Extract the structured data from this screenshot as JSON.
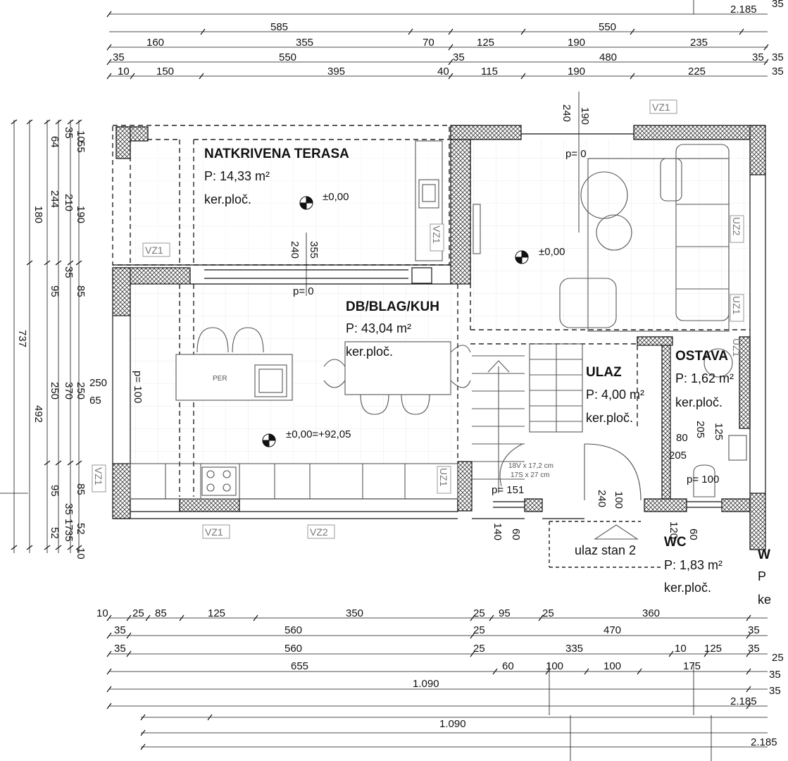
{
  "colors": {
    "line": "#111111",
    "wall_hatch": "#444444",
    "tag": "#888888",
    "dashed": "#222222",
    "furniture": "#555555",
    "grid": "#dddddd"
  },
  "rooms": [
    {
      "name": "NATKRIVENA TERASA",
      "area": "P: 14,33 m²",
      "floor": "ker.ploč."
    },
    {
      "name": "DB/BLAG/KUH",
      "area": "P: 43,04 m²",
      "floor": "ker.ploč."
    },
    {
      "name": "ULAZ",
      "area": "P: 4,00 m²",
      "floor": "ker.ploč."
    },
    {
      "name": "OSTAVA",
      "area": "P: 1,62 m²",
      "floor": "ker.ploč."
    },
    {
      "name": "WC",
      "area": "P: 1,83 m²",
      "floor": "ker.ploč."
    },
    {
      "name": "W",
      "area": "P",
      "floor": "ke"
    }
  ],
  "levels": [
    "±0,00",
    "±0,00",
    "±0,00=+92,05"
  ],
  "parapets": [
    "p= 0",
    "p= 0",
    "p= 100",
    "p= 151",
    "p= 100"
  ],
  "tags": [
    "VZ1",
    "VZ1",
    "VZ1",
    "VZ1",
    "VZ1",
    "VZ2",
    "UZ1",
    "UZ1",
    "UZ1",
    "UZ2"
  ],
  "labels": {
    "per": "PER",
    "entrance": "ulaz stan 2",
    "stair_1": "18V x 17,2 cm",
    "stair_2": "17S x 27 cm"
  },
  "dims_top": [
    {
      "v": "2.185"
    },
    {
      "v": "585"
    },
    {
      "v": "550"
    },
    {
      "v": "160"
    },
    {
      "v": "355"
    },
    {
      "v": "70"
    },
    {
      "v": "125"
    },
    {
      "v": "190"
    },
    {
      "v": "235"
    },
    {
      "v": "35"
    },
    {
      "v": "550"
    },
    {
      "v": "35"
    },
    {
      "v": "480"
    },
    {
      "v": "35"
    },
    {
      "v": "10"
    },
    {
      "v": "150"
    },
    {
      "v": "395"
    },
    {
      "v": "40"
    },
    {
      "v": "115"
    },
    {
      "v": "190"
    },
    {
      "v": "225"
    },
    {
      "v": "35"
    },
    {
      "v": "35"
    },
    {
      "v": "35"
    }
  ],
  "dims_bottom": [
    {
      "v": "10"
    },
    {
      "v": "25"
    },
    {
      "v": "85"
    },
    {
      "v": "125"
    },
    {
      "v": "350"
    },
    {
      "v": "25"
    },
    {
      "v": "95"
    },
    {
      "v": "25"
    },
    {
      "v": "360"
    },
    {
      "v": "35"
    },
    {
      "v": "560"
    },
    {
      "v": "25"
    },
    {
      "v": "470"
    },
    {
      "v": "35"
    },
    {
      "v": "35"
    },
    {
      "v": "560"
    },
    {
      "v": "25"
    },
    {
      "v": "335"
    },
    {
      "v": "10"
    },
    {
      "v": "125"
    },
    {
      "v": "35"
    },
    {
      "v": "25"
    },
    {
      "v": "655"
    },
    {
      "v": "60"
    },
    {
      "v": "100"
    },
    {
      "v": "100"
    },
    {
      "v": "175"
    },
    {
      "v": "35"
    },
    {
      "v": "1.090"
    },
    {
      "v": "35"
    },
    {
      "v": "2.185"
    },
    {
      "v": "1.090"
    },
    {
      "v": "2.185"
    }
  ],
  "dims_left": [
    {
      "v": "10"
    },
    {
      "v": "55"
    },
    {
      "v": "35"
    },
    {
      "v": "64"
    },
    {
      "v": "244"
    },
    {
      "v": "210"
    },
    {
      "v": "180"
    },
    {
      "v": "190"
    },
    {
      "v": "35"
    },
    {
      "v": "95"
    },
    {
      "v": "85"
    },
    {
      "v": "737"
    },
    {
      "v": "250"
    },
    {
      "v": "370"
    },
    {
      "v": "250"
    },
    {
      "v": "492"
    },
    {
      "v": "95"
    },
    {
      "v": "85"
    },
    {
      "v": "35"
    },
    {
      "v": "17"
    },
    {
      "v": "35"
    },
    {
      "v": "52"
    },
    {
      "v": "52"
    },
    {
      "v": "10"
    }
  ],
  "dims_inner": [
    {
      "v": "240"
    },
    {
      "v": "190"
    },
    {
      "v": "240"
    },
    {
      "v": "355"
    },
    {
      "v": "250"
    },
    {
      "v": "65"
    },
    {
      "v": "80"
    },
    {
      "v": "205"
    },
    {
      "v": "205"
    },
    {
      "v": "125"
    },
    {
      "v": "240"
    },
    {
      "v": "100"
    },
    {
      "v": "140"
    },
    {
      "v": "60"
    },
    {
      "v": "120"
    },
    {
      "v": "60"
    }
  ]
}
